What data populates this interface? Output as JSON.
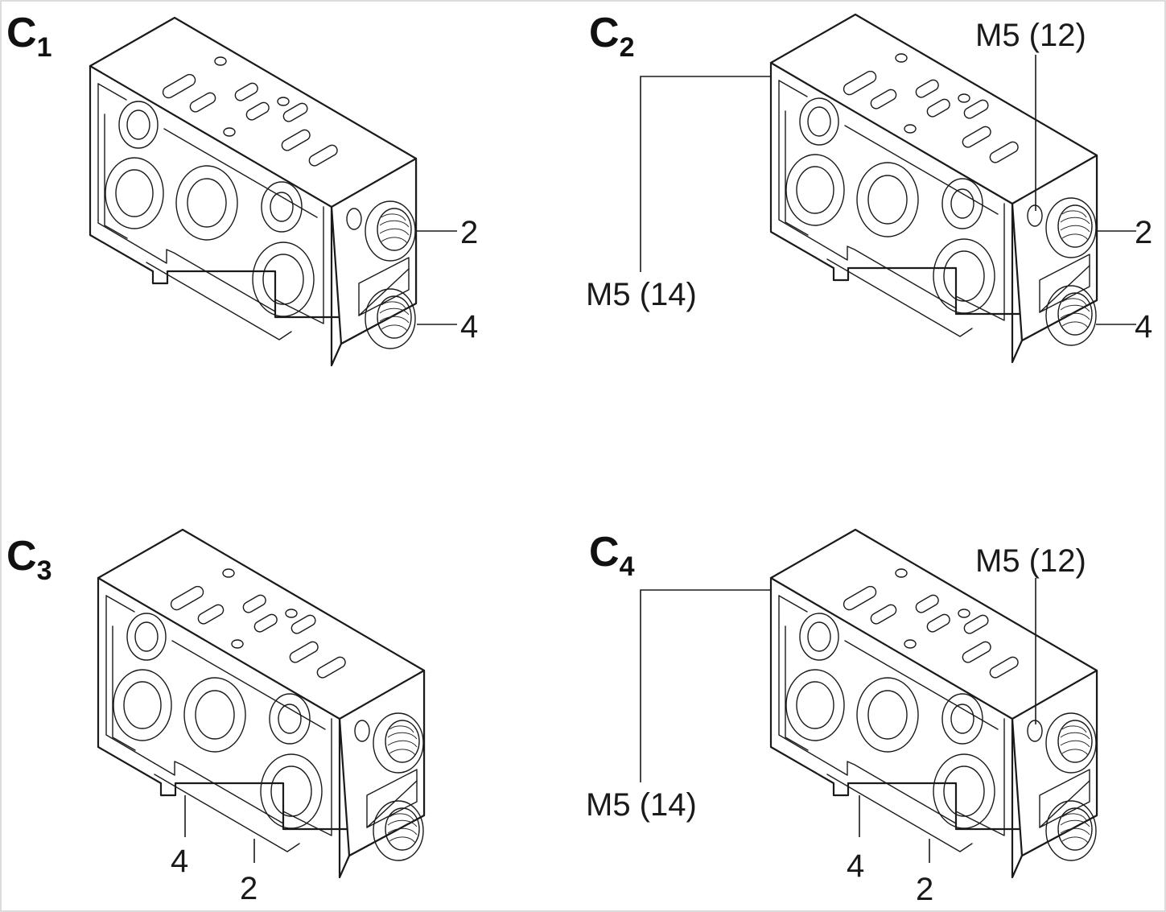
{
  "panels": [
    {
      "id": "c1",
      "title_main": "C",
      "title_sub": "1",
      "labels": {
        "port_upper": "2",
        "port_lower": "4"
      }
    },
    {
      "id": "c2",
      "title_main": "C",
      "title_sub": "2",
      "labels": {
        "m5_12": "M5 (12)",
        "m5_14": "M5 (14)",
        "port_upper": "2",
        "port_lower": "4"
      }
    },
    {
      "id": "c3",
      "title_main": "C",
      "title_sub": "3",
      "labels": {
        "bottom_4": "4",
        "bottom_2": "2"
      }
    },
    {
      "id": "c4",
      "title_main": "C",
      "title_sub": "4",
      "labels": {
        "m5_12": "M5 (12)",
        "m5_14": "M5 (14)",
        "bottom_4": "4",
        "bottom_2": "2"
      }
    }
  ]
}
